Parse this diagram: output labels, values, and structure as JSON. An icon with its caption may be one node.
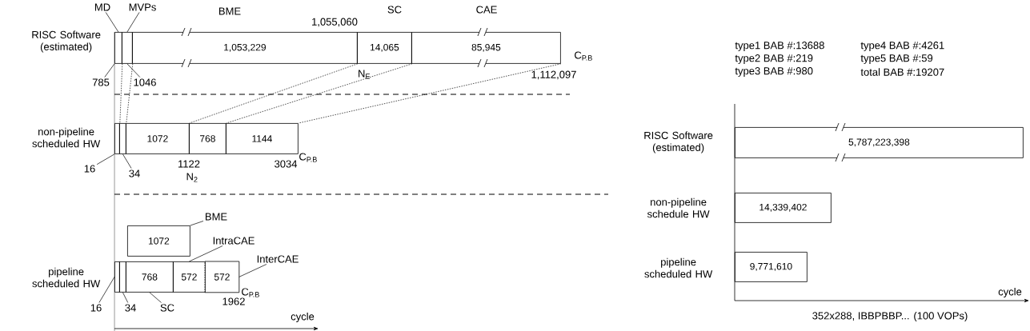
{
  "diagram": {
    "nodes": [
      {
        "text": [
          "MD"
        ]
      },
      {
        "text": [
          "MVPs"
        ]
      },
      {
        "text": [],
        "shape": "box"
      },
      {
        "text": [],
        "shape": "box"
      },
      {
        "text": [
          "1,053,229"
        ]
      },
      {
        "text": [
          "14,065"
        ]
      },
      {
        "text": [
          "85,945"
        ]
      },
      {
        "text": [
          "785"
        ]
      },
      {
        "text": [
          "1046"
        ]
      },
      {
        "text": [],
        "shape": "box"
      },
      {
        "text": [],
        "shape": "box"
      },
      {
        "text": [
          "1072"
        ]
      },
      {
        "text": [
          "768"
        ]
      },
      {
        "text": [
          "1144"
        ]
      },
      {
        "text": [
          "16"
        ]
      },
      {
        "text": [
          "34"
        ]
      },
      {
        "text": [
          "BME"
        ]
      },
      {
        "text": [
          "1072"
        ]
      },
      {
        "text": [
          "IntraCAE"
        ]
      },
      {
        "text": [
          "InterCAE"
        ]
      },
      {
        "text": [],
        "shape": "box"
      },
      {
        "text": [],
        "shape": "box"
      },
      {
        "text": [
          "768"
        ]
      },
      {
        "text": [
          "572"
        ]
      },
      {
        "text": [
          "572"
        ]
      },
      {
        "text": [
          "16"
        ]
      },
      {
        "text": [
          "34"
        ]
      },
      {
        "text": [
          "SC"
        ]
      },
      {
        "text": [
          "5,787,223,398"
        ]
      },
      {
        "text": [
          "14,339,402"
        ]
      },
      {
        "text": [
          "9,771,610"
        ]
      }
    ],
    "edges": [
      {
        "from": 0,
        "to": 2,
        "arrow": "none"
      },
      {
        "from": 1,
        "to": 3,
        "arrow": "none"
      },
      {
        "from": 7,
        "to": 2,
        "arrow": "none"
      },
      {
        "from": 8,
        "to": 3,
        "arrow": "none"
      },
      {
        "from": 2,
        "to": 9,
        "arrow": "none",
        "style": "dashed"
      },
      {
        "from": 3,
        "to": 10,
        "arrow": "none",
        "style": "dashed"
      },
      {
        "from": 4,
        "to": 11,
        "arrow": "none",
        "style": "dashed"
      },
      {
        "from": 5,
        "to": 12,
        "arrow": "none",
        "style": "dashed"
      },
      {
        "from": 6,
        "to": 13,
        "arrow": "none",
        "style": "dashed"
      },
      {
        "from": 14,
        "to": 9,
        "arrow": "none"
      },
      {
        "from": 15,
        "to": 10,
        "arrow": "none"
      },
      {
        "from": 16,
        "to": 17,
        "arrow": "none"
      },
      {
        "from": 18,
        "to": 23,
        "arrow": "none"
      },
      {
        "from": 19,
        "to": 24,
        "arrow": "none"
      },
      {
        "from": 25,
        "to": 20,
        "arrow": "none"
      },
      {
        "from": 26,
        "to": 21,
        "arrow": "none"
      },
      {
        "from": 27,
        "to": 22,
        "arrow": "none"
      }
    ],
    "labels": [
      "BME",
      "SC",
      "CAE",
      "1,055,060",
      "RISC Software (estimated)",
      "C$_{P.B}$",
      "N$_{E}$",
      "1,112,097",
      "non-pipeline scheduled HW",
      "1122",
      "3034",
      "C$_{P.B}$",
      "N$_{2}$",
      "pipeline scheduled HW",
      "C$_{P.B}$",
      "1962",
      "cycle",
      "type1 BAB #:13688",
      "type4 BAB #:4261",
      "type2 BAB #:219",
      "type5 BAB #:59",
      "type3 BAB #:980",
      "total BAB #:19207",
      "RISC Software (estimated)",
      "non-pipeline schedule HW",
      "pipeline scheduled HW",
      "cycle",
      "352x288, IBBPBBP... (100 VOPs)"
    ]
  }
}
